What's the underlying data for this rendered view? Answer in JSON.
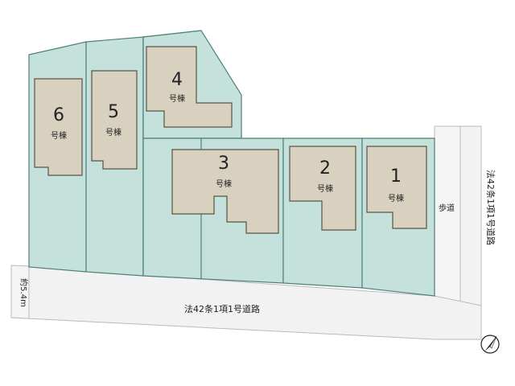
{
  "buildings": [
    {
      "number": "6",
      "label": "号棟"
    },
    {
      "number": "5",
      "label": "号棟"
    },
    {
      "number": "4",
      "label": "号棟"
    },
    {
      "number": "3",
      "label": "号棟"
    },
    {
      "number": "2",
      "label": "号棟"
    },
    {
      "number": "1",
      "label": "号棟"
    }
  ],
  "front_road": {
    "label": "法42条1項1号道路",
    "width_label": "約5.4m"
  },
  "side_road": {
    "label": "法42条1項1号道路"
  },
  "sidewalk": {
    "label": "歩道"
  },
  "compass": {
    "icon": "north-arrow-icon"
  },
  "colors": {
    "lot": "#c5e1dc",
    "house": "#d8d1c0",
    "road": "#f1f2f1",
    "lot_outline": "#4d7f78"
  }
}
